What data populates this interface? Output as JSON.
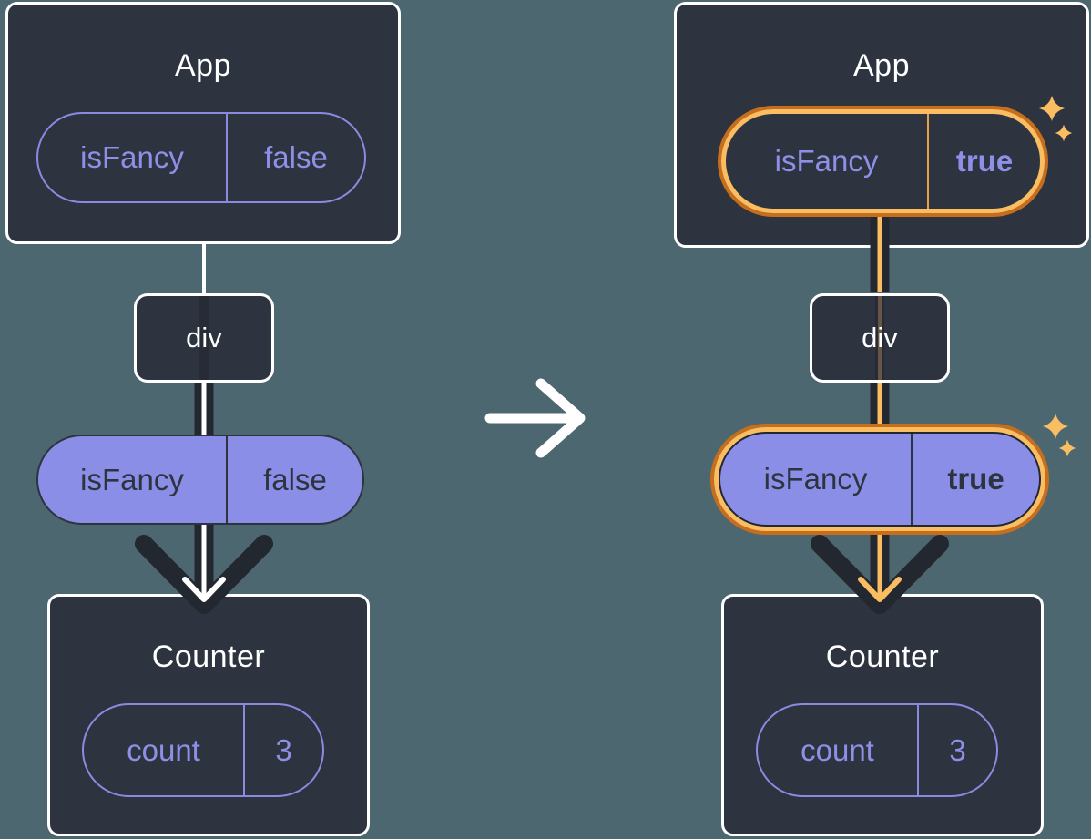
{
  "diagram": {
    "description": "react-prop-passing-before-after",
    "before": {
      "app": {
        "title": "App",
        "prop": {
          "name": "isFancy",
          "value": "false"
        }
      },
      "div_node": {
        "label": "div"
      },
      "passed_prop": {
        "name": "isFancy",
        "value": "false"
      },
      "counter": {
        "title": "Counter",
        "state": {
          "name": "count",
          "value": "3"
        }
      }
    },
    "after": {
      "app": {
        "title": "App",
        "prop": {
          "name": "isFancy",
          "value": "true"
        }
      },
      "div_node": {
        "label": "div"
      },
      "passed_prop": {
        "name": "isFancy",
        "value": "true"
      },
      "counter": {
        "title": "Counter",
        "state": {
          "name": "count",
          "value": "3"
        }
      }
    },
    "icons": {
      "transition_arrow": "right-arrow",
      "sparkle": "four-point-star"
    },
    "colors": {
      "background": "#4C6770",
      "node_fill": "#2D3440",
      "node_border": "#FFFFFF",
      "accent_purple_fill": "#8B8EE7",
      "accent_purple_outline": "#8A8BE0",
      "arrow_dark": "#23272F",
      "highlight_orange_outer": "#C76E1C",
      "highlight_orange_inner": "#FABD62"
    }
  }
}
